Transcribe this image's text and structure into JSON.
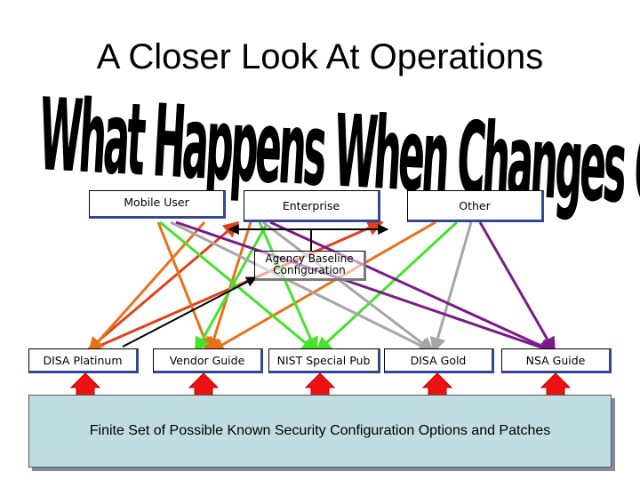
{
  "title": "A Closer Look At Operations",
  "subtitle": "What Happens When Changes Occur to the Vendor Guide?",
  "top_boxes": [
    {
      "label": "Mobile User"
    },
    {
      "label": "Enterprise"
    },
    {
      "label": "Other"
    }
  ],
  "center_box": {
    "label": "Agency Baseline Configuration"
  },
  "guide_boxes": [
    {
      "label": "DISA Platinum"
    },
    {
      "label": "Vendor Guide"
    },
    {
      "label": "NIST Special Pub"
    },
    {
      "label": "DISA Gold"
    },
    {
      "label": "NSA Guide"
    }
  ],
  "bottom_panel": {
    "text": "Finite Set of Possible Known Security Configuration Options and Patches"
  },
  "colors": {
    "orange": "#e8701a",
    "red": "#e0401a",
    "green": "#44e22a",
    "gray": "#a6a6a6",
    "purple": "#7a1a8a",
    "black": "#000000",
    "arrow_up": "#ee1111",
    "panel_bg": "#bfdde2",
    "box_border": "#33479a"
  }
}
